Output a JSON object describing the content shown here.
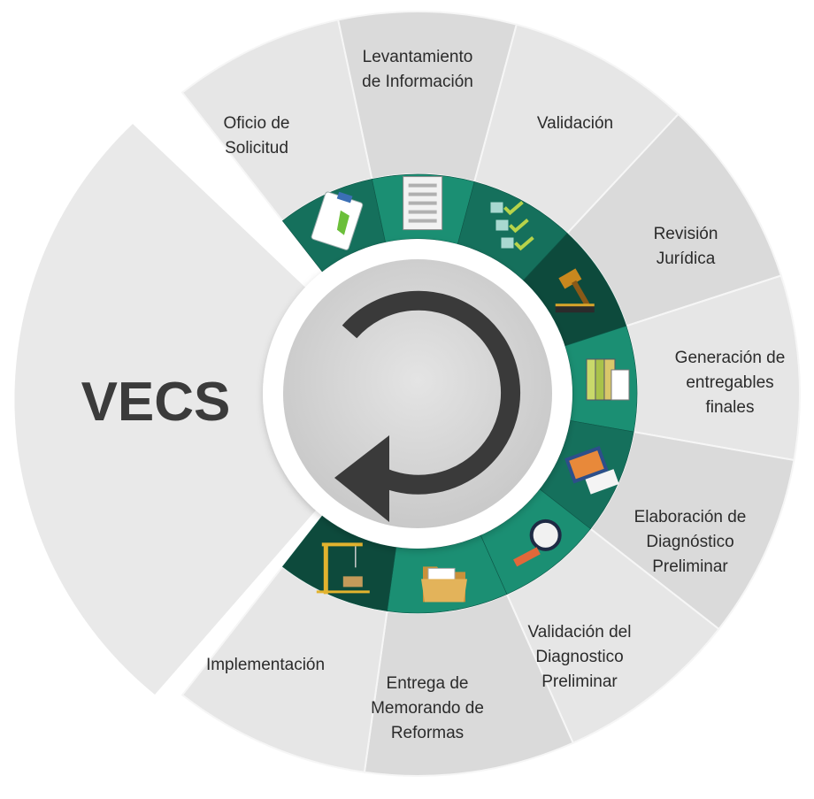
{
  "title": "VECS",
  "steps": [
    {
      "lines": [
        "Oficio de",
        "Solicitud"
      ],
      "icon": "clipboard-icon"
    },
    {
      "lines": [
        "Levantamiento",
        "de Información"
      ],
      "icon": "document-icon"
    },
    {
      "lines": [
        "Validación"
      ],
      "icon": "checklist-icon"
    },
    {
      "lines": [
        "Revisión",
        "Jurídica"
      ],
      "icon": "gavel-icon"
    },
    {
      "lines": [
        "Generación de",
        "entregables",
        "finales"
      ],
      "icon": "binders-icon"
    },
    {
      "lines": [
        "Elaboración de",
        "Diagnóstico",
        "Preliminar"
      ],
      "icon": "laptop-icon"
    },
    {
      "lines": [
        "Validación del",
        "Diagnostico",
        "Preliminar"
      ],
      "icon": "magnifier-icon"
    },
    {
      "lines": [
        "Entrega de",
        "Memorando de",
        "Reformas"
      ],
      "icon": "folder-icon"
    },
    {
      "lines": [
        "Implementación"
      ],
      "icon": "crane-icon"
    }
  ],
  "center_icon": "cycle-arrow-icon",
  "colors": {
    "band_light": "#1b8f73",
    "band_mid": "#15705c",
    "band_dark": "#0d4a3c",
    "segment_light": "#e6e6e6",
    "segment_mid": "#dadada",
    "text": "#2b2b2b"
  }
}
